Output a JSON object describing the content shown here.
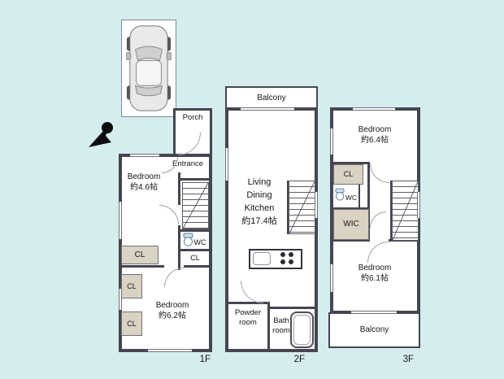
{
  "colors": {
    "background": "#d6edf0",
    "wall": "#464650",
    "closet": "#dad2c2",
    "line": "#70707a"
  },
  "icons": {
    "compass": "north-arrow",
    "car": "car-top-view",
    "toilet": "toilet",
    "stairs": "staircase",
    "bathtub": "bathtub",
    "stove": "stove-burners",
    "sink": "kitchen-sink"
  },
  "floor1": {
    "label": "1F",
    "porch": "Porch",
    "entrance": "Entrance",
    "bedroom_a": {
      "name": "Bedroom",
      "size": "約4.6帖"
    },
    "wc": "WC",
    "cl": "CL",
    "bedroom_b": {
      "name": "Bedroom",
      "size": "約6.2帖"
    }
  },
  "floor2": {
    "label": "2F",
    "balcony": "Balcony",
    "ldk": {
      "l1": "Living",
      "l2": "Dining",
      "l3": "Kitchen",
      "size": "約17.4帖"
    },
    "powder": {
      "l1": "Powder",
      "l2": "room"
    },
    "bath": {
      "l1": "Bath",
      "l2": "room"
    }
  },
  "floor3": {
    "label": "3F",
    "bedroom_a": {
      "name": "Bedroom",
      "size": "約6.4帖"
    },
    "cl": "CL",
    "wc": "WC",
    "wic": "WIC",
    "bedroom_b": {
      "name": "Bedroom",
      "size": "約6.1帖"
    },
    "balcony": "Balcony"
  }
}
